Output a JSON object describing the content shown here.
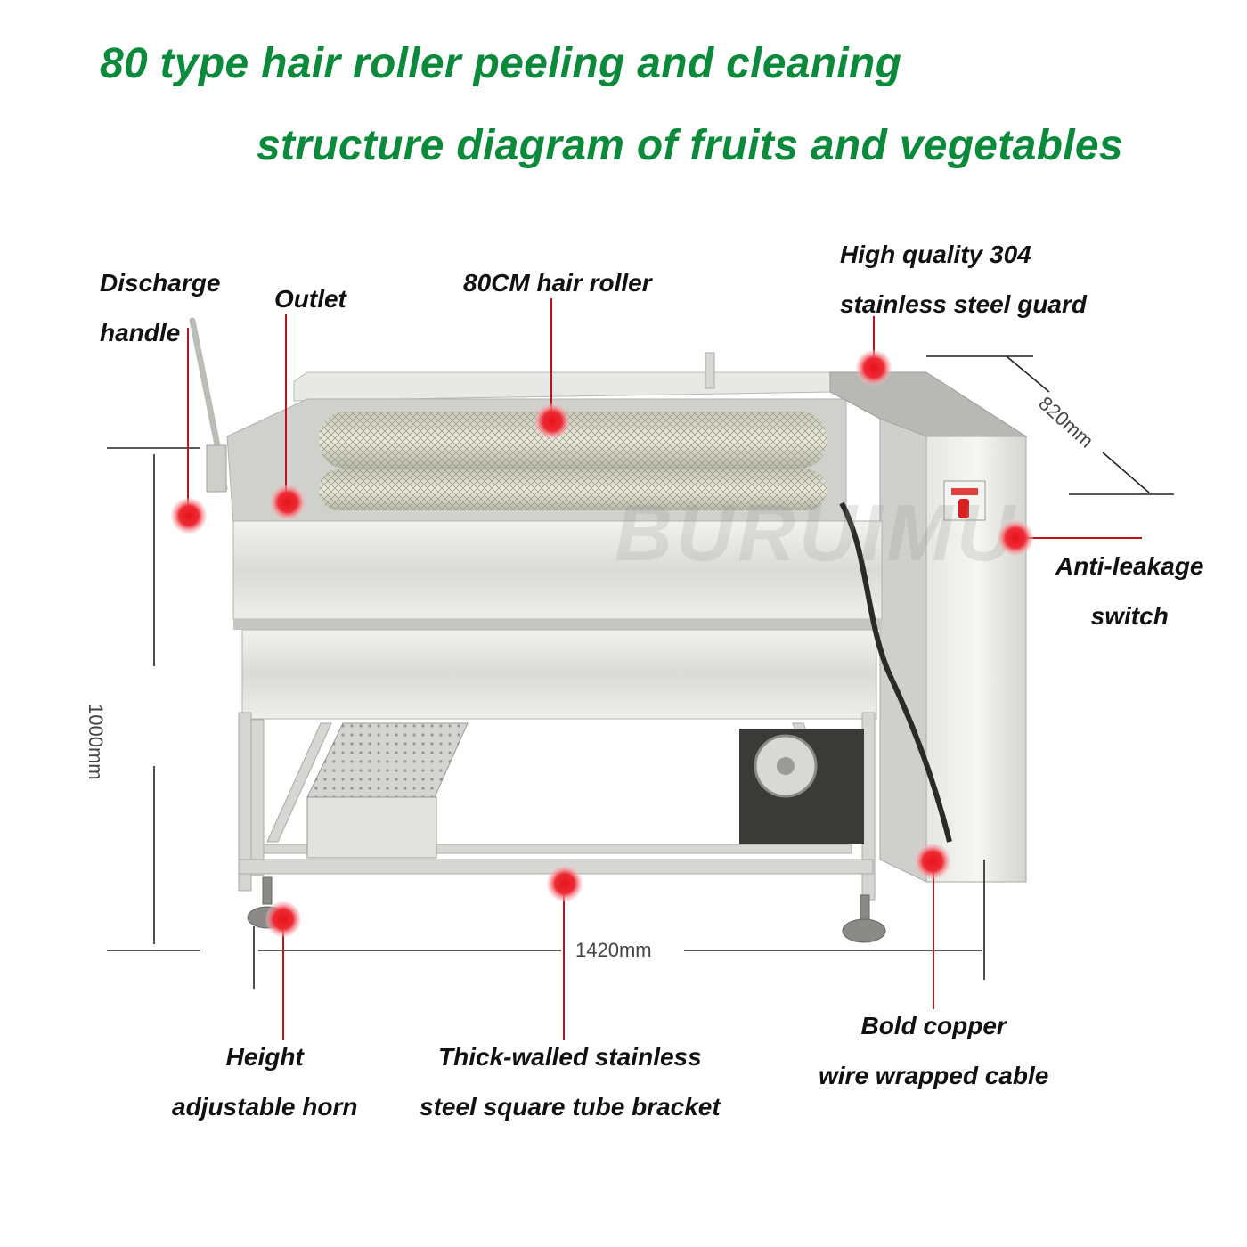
{
  "title": {
    "line1": "80 type hair roller peeling and cleaning",
    "line2": "structure diagram of fruits and vegetables",
    "color": "#0a8a3a"
  },
  "watermark": "BURUIMU",
  "callouts": {
    "discharge_handle": [
      "Discharge",
      "handle"
    ],
    "outlet": [
      "Outlet"
    ],
    "hair_roller": [
      "80CM hair roller"
    ],
    "steel_guard": [
      "High quality 304",
      "stainless steel guard"
    ],
    "anti_leakage_switch": [
      "Anti-leakage",
      "switch"
    ],
    "height_adjustable_horn": [
      "Height",
      "adjustable horn"
    ],
    "tube_bracket": [
      "Thick-walled stainless",
      "steel square tube bracket"
    ],
    "copper_cable": [
      "Bold copper",
      "wire wrapped cable"
    ]
  },
  "dimensions": {
    "height": "1000mm",
    "width": "1420mm",
    "depth": "820mm"
  },
  "colors": {
    "marker": "#e8141c",
    "leader_line": "#c0141c",
    "steel": "#dcdcd8"
  }
}
